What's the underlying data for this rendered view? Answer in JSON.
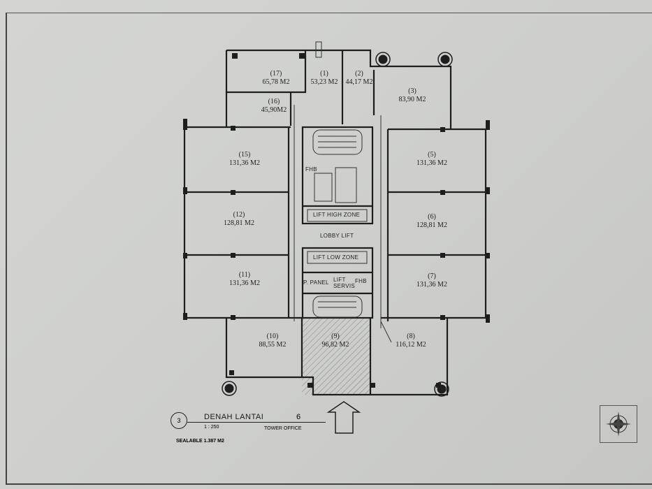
{
  "units": [
    {
      "id": "17",
      "num": "(17)",
      "area": "65,78 M2"
    },
    {
      "id": "1",
      "num": "(1)",
      "area": "53,23 M2"
    },
    {
      "id": "2",
      "num": "(2)",
      "area": "44,17 M2"
    },
    {
      "id": "3",
      "num": "(3)",
      "area": "83,90 M2"
    },
    {
      "id": "16",
      "num": "(16)",
      "area": "45,90M2"
    },
    {
      "id": "15",
      "num": "(15)",
      "area": "131,36 M2"
    },
    {
      "id": "5",
      "num": "(5)",
      "area": "131,36 M2"
    },
    {
      "id": "12",
      "num": "(12)",
      "area": "128,81 M2"
    },
    {
      "id": "6",
      "num": "(6)",
      "area": "128,81 M2"
    },
    {
      "id": "11",
      "num": "(11)",
      "area": "131,36 M2"
    },
    {
      "id": "7",
      "num": "(7)",
      "area": "131,36 M2"
    },
    {
      "id": "10",
      "num": "(10)",
      "area": "88,55 M2"
    },
    {
      "id": "9",
      "num": "(9)",
      "area": "96,82 M2"
    },
    {
      "id": "8",
      "num": "(8)",
      "area": "116,12 M2"
    }
  ],
  "core": {
    "lift_high": "LIFT HIGH ZONE",
    "lobby": "LOBBY LIFT",
    "lift_low": "LIFT LOW ZONE",
    "panel": "P. PANEL",
    "lift_service": "LIFT SERVIS",
    "fhb_top": "FHB",
    "fhb_bottom": "FHB"
  },
  "title_block": {
    "number": "3",
    "title": "DENAH LANTAI",
    "floor": "6",
    "scale": "1 : 250",
    "subtitle": "TOWER OFFICE",
    "total": "SEALABLE 1.387 M2"
  },
  "colors": {
    "ink": "#1e1e1e",
    "hatch": "#8e908d",
    "paper": "#d1d2cf"
  }
}
